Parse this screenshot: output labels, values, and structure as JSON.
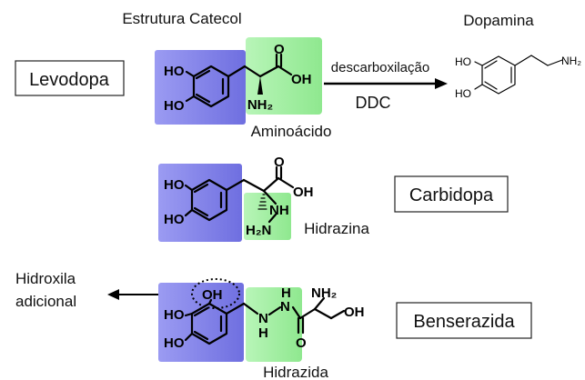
{
  "header": {
    "catechol_title": "Estrutura Catecol",
    "dopamine_title": "Dopamina"
  },
  "levodopa": {
    "name": "Levodopa",
    "ho_top": "HO",
    "ho_bottom": "HO",
    "carbonyl_o": "O",
    "oh": "OH",
    "nh2": "NH₂",
    "region_label": "Aminoácido"
  },
  "reaction": {
    "process": "descarboxilação",
    "enzyme": "DDC"
  },
  "dopamine": {
    "ho_top": "HO",
    "ho_bottom": "HO",
    "nh2": "NH₂"
  },
  "carbidopa": {
    "name": "Carbidopa",
    "ho_top": "HO",
    "ho_bottom": "HO",
    "carbonyl_o": "O",
    "oh": "OH",
    "nh": "NH",
    "h2n": "H₂N",
    "region_label": "Hidrazina"
  },
  "benserazide": {
    "name": "Benserazida",
    "extra_oh": "OH",
    "ho_mid": "HO",
    "ho_bottom": "HO",
    "nh_upper": "N",
    "h_upper": "H",
    "nh_lower": "N",
    "h_lower": "H",
    "nh2": "NH₂",
    "oh_end": "OH",
    "carbonyl_o": "O",
    "region_label": "Hidrazida"
  },
  "annotation": {
    "line1": "Hidroxila",
    "line2": "adicional"
  },
  "colors": {
    "catechol_box": "#7f7fe6",
    "functional_box": "#8ee68e"
  }
}
